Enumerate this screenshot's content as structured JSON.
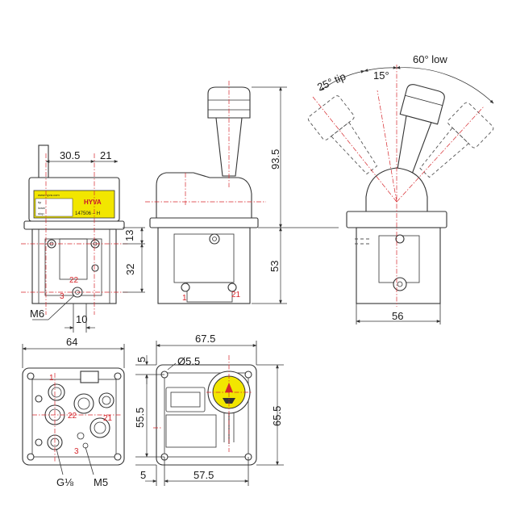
{
  "front_view": {
    "label_brand": "HYVA",
    "label_code": "147506 – H",
    "label_site": "www.hyva.com",
    "label_rows": [
      "tip",
      "lower",
      "stop"
    ],
    "dim_width_left": "30.5",
    "dim_width_right": "21",
    "dim_height_top": "13",
    "dim_height_mid": "32",
    "dim_bottom": "10",
    "thread_label": "M6",
    "ports": [
      "22",
      "3"
    ]
  },
  "side_view": {
    "dim_lever_height": "93.5",
    "dim_body_height": "53",
    "ports": [
      "1",
      "21"
    ]
  },
  "swing_view": {
    "tip_angle": "25° tip",
    "mid_angle": "15°",
    "low_angle": "60° low",
    "dim_width": "56"
  },
  "bottom_view": {
    "dim_width": "64",
    "ports": [
      "1",
      "22",
      "21",
      "3"
    ],
    "thread_labels": [
      "G⅛",
      "M5"
    ]
  },
  "top_view": {
    "dim_width": "67.5",
    "dim_hole": "Ø5.5",
    "dim_offset_top": "5",
    "dim_inner_height": "55.5",
    "dim_outer_height": "65.5",
    "dim_offset_bottom": "5",
    "dim_inner_width": "57.5"
  },
  "colors": {
    "centerline": "#d6262b",
    "label_yellow": "#f2e600",
    "outline": "#333333"
  }
}
